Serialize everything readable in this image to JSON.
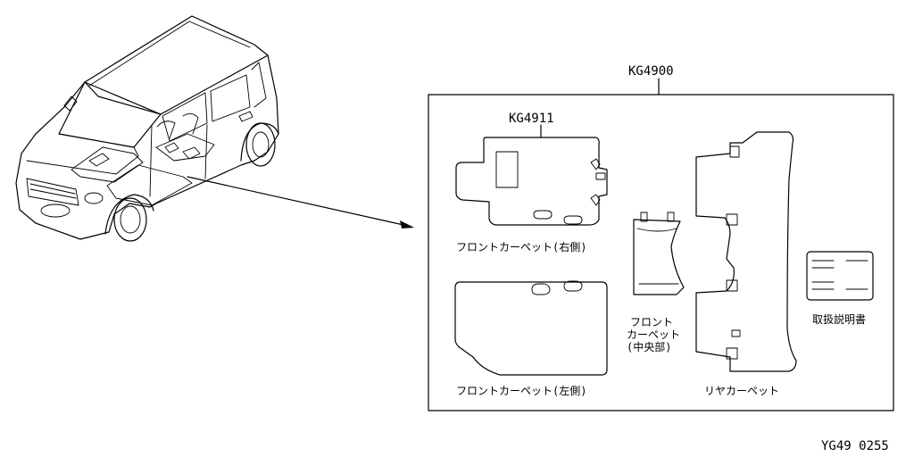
{
  "assembly": {
    "code": "KG4900"
  },
  "parts": {
    "front_mat_right": {
      "code": "KG4911",
      "label": "フロントカーペット(右側)"
    },
    "front_mat_left": {
      "label": "フロントカーペット(左側)"
    },
    "front_center": {
      "lines": [
        "フロント",
        "カーペット",
        "(中央部)"
      ]
    },
    "rear_mat": {
      "label": "リヤカーペット"
    },
    "manual": {
      "label": "取扱説明書"
    }
  },
  "figure_id": "YG49 0255"
}
